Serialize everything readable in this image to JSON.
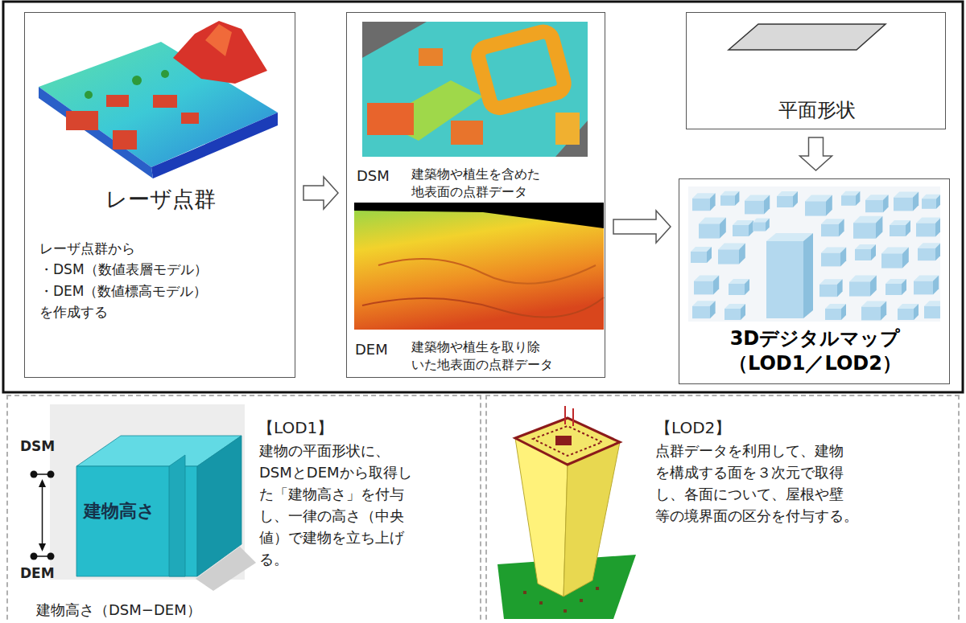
{
  "diagram": {
    "nodes": [
      {
        "text": [
          "レーザ点群",
          "レーザ点群から ・DSM（数値表層モデル） ・DEM（数値標高モデル） を作成する"
        ]
      },
      {
        "text": [
          "DSM",
          "建築物や植生を含めた 地表面の点群データ",
          "DEM",
          "建築物や植生を取り除 いた地表面の点群データ"
        ]
      },
      {
        "text": [
          "平面形状"
        ]
      },
      {
        "text": [
          "3Dデジタルマップ （LOD1／LOD2）"
        ]
      },
      {
        "text": [
          "【LOD1】",
          "建物の平面形状に、 DSMとDEMから取得し た「建物高さ」を付与 し、一律の高さ（中央 値）で建物を立ち上げ る。"
        ]
      },
      {
        "text": [
          "【LOD2】",
          "点群データを利用して、建物 を構成する面を３次元で取得 し、各面について、屋根や壁 等の境界面の区分を付与する。"
        ]
      },
      {
        "text": [
          "建物高さ"
        ],
        "in": 4
      }
    ],
    "edges": [
      {
        "from": 0,
        "to": 1,
        "arrow": "to"
      },
      {
        "from": 1,
        "to": 3,
        "arrow": "to"
      },
      {
        "from": 2,
        "to": 3,
        "arrow": "to"
      }
    ],
    "labels": [
      "DSM",
      "DEM",
      "建物高さ（DSM−DEM）"
    ]
  }
}
